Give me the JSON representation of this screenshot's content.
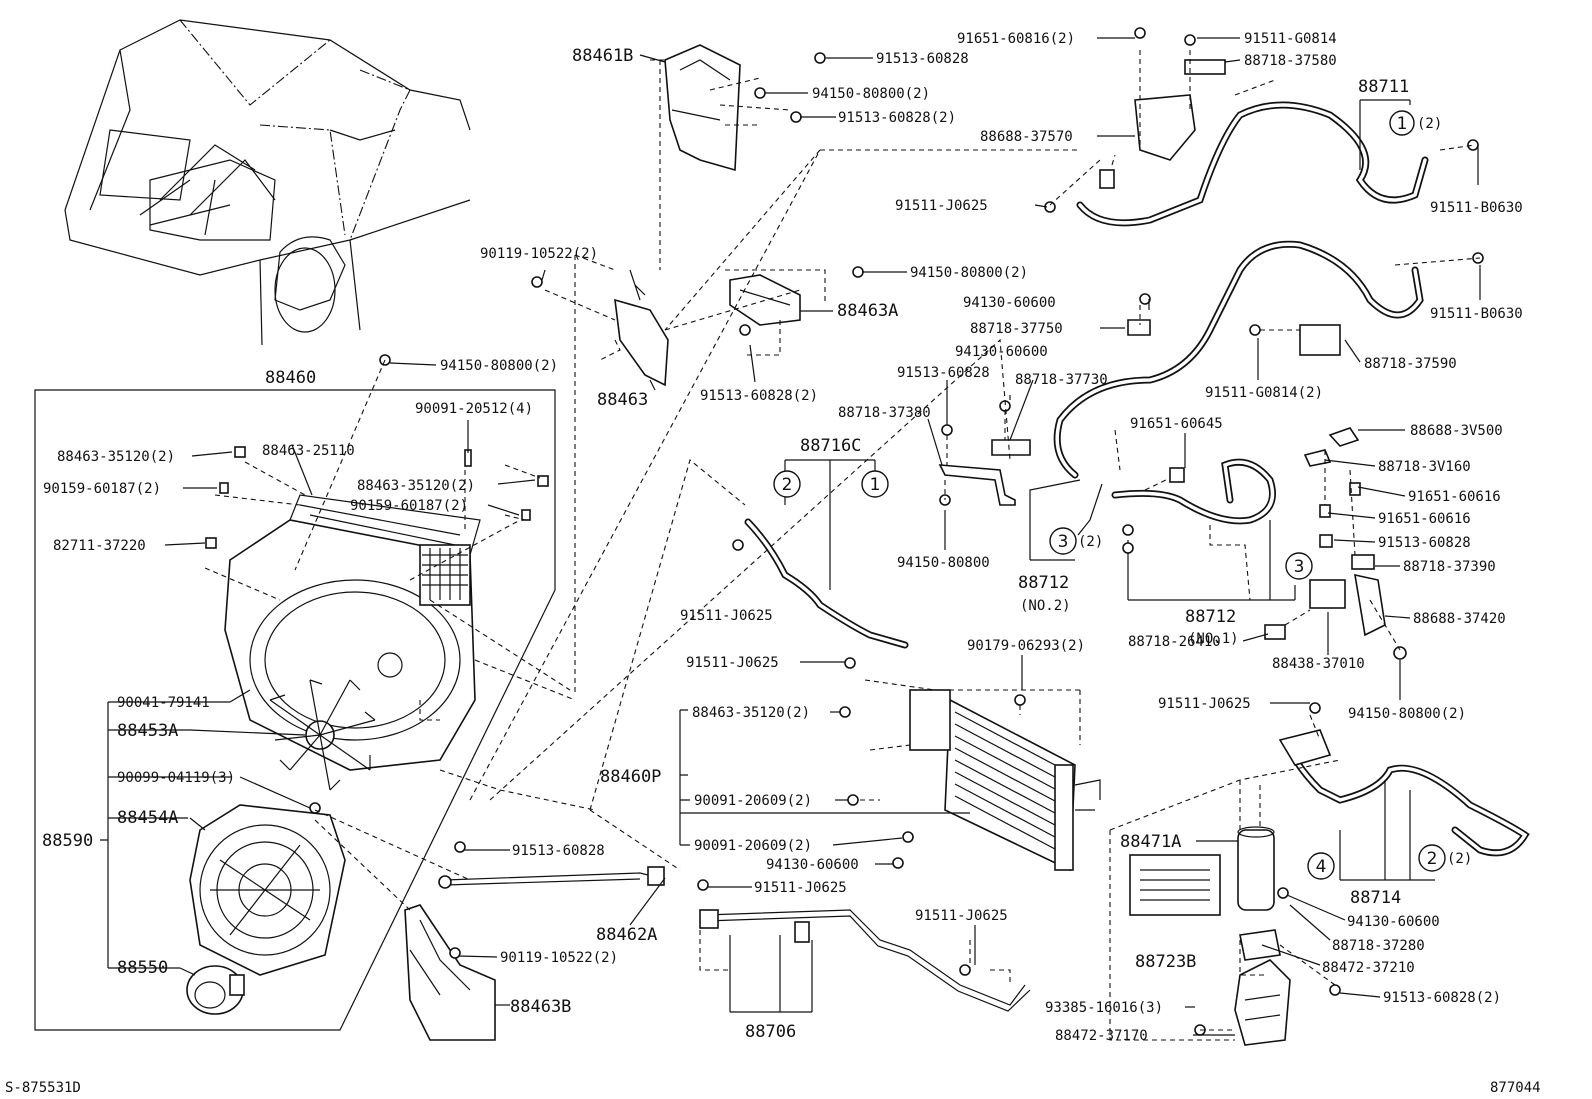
{
  "diagram": {
    "code_left": "S-875531D",
    "code_right": "877044",
    "groups": {
      "frame_88460": "88460",
      "bracket_88590": "88590",
      "cond_88460P": "88460P",
      "hose_88711": "88711",
      "hose_88716C": "88716C",
      "hose_88712_no2": "88712",
      "hose_88712_no2_sub": "(NO.2)",
      "hose_88712_no1": "88712",
      "hose_88712_no1_sub": "(NO.1)",
      "tube_88714": "88714",
      "tube_88706": "88706"
    },
    "callouts": {
      "c1": "1",
      "c2": "2",
      "c3": "3",
      "c4": "4",
      "qty2": "(2)"
    },
    "labels": [
      "88461B",
      "91513-60828",
      "94150-80800(2)",
      "91513-60828(2)",
      "91651-60816(2)",
      "91511-G0814",
      "88718-37580",
      "88688-37570",
      "91511-J0625",
      "91511-B0630",
      "90119-10522(2)",
      "94150-80800(2)",
      "88463A",
      "88463",
      "91513-60828(2)",
      "94130-60600",
      "88718-37750",
      "94130-60600",
      "91513-60828",
      "88718-37730",
      "88718-37380",
      "91511-B0630",
      "88718-37590",
      "91511-G0814(2)",
      "94150-80800(2)",
      "90091-20512(4)",
      "88463-35120(2)",
      "88463-25110",
      "90159-60187(2)",
      "88463-35120(2)",
      "90159-60187(2)",
      "82711-37220",
      "91651-60645",
      "88688-3V500",
      "88718-3V160",
      "91651-60616",
      "91651-60616",
      "91513-60828",
      "88718-37390",
      "94150-80800",
      "88688-37420",
      "88718-26410",
      "88438-37010",
      "94150-80800(2)",
      "91511-J0625",
      "91511-J0625",
      "90179-06293(2)",
      "91511-J0625",
      "90041-79141",
      "88453A",
      "90099-04119(3)",
      "88454A",
      "88550",
      "88463-35120(2)",
      "90091-20609(2)",
      "90091-20609(2)",
      "91513-60828",
      "94130-60600",
      "91511-J0625",
      "88462A",
      "90119-10522(2)",
      "88463B",
      "91511-J0625",
      "93385-16016(3)",
      "88471A",
      "88723B",
      "94130-60600",
      "88718-37280",
      "88472-37210",
      "91513-60828(2)",
      "88472-37170"
    ]
  }
}
